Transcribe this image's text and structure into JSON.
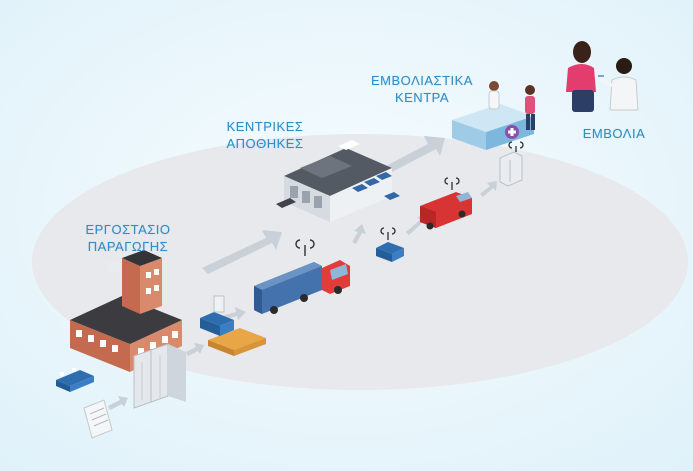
{
  "stages": {
    "factory": {
      "line1": "ΕΡΓΟΣΤΑΣΙΟ",
      "line2": "ΠΑΡΑΓΩΓΗΣ",
      "icon": "factory-icon"
    },
    "warehouse": {
      "line1": "ΚΕΝΤΡΙΚΕΣ",
      "line2": "ΑΠΟΘΗΚΕΣ",
      "icon": "warehouse-icon"
    },
    "centers": {
      "line1": "ΕΜΒΟΛΙΑΣΤΙΚΑ",
      "line2": "ΚΕΝΤΡΑ",
      "icon": "clinic-icon"
    },
    "vaccination": {
      "line1": "ΕΜΒΟΛΙΑ",
      "icon": "vaccination-icon"
    }
  },
  "colors": {
    "background": "#eef8fc",
    "ellipse": "#e6e9ee",
    "label": "#2f8fc7",
    "arrow": "#c8ced6",
    "truck_cab": "#e23b3b",
    "container": "#3f6ea8"
  }
}
